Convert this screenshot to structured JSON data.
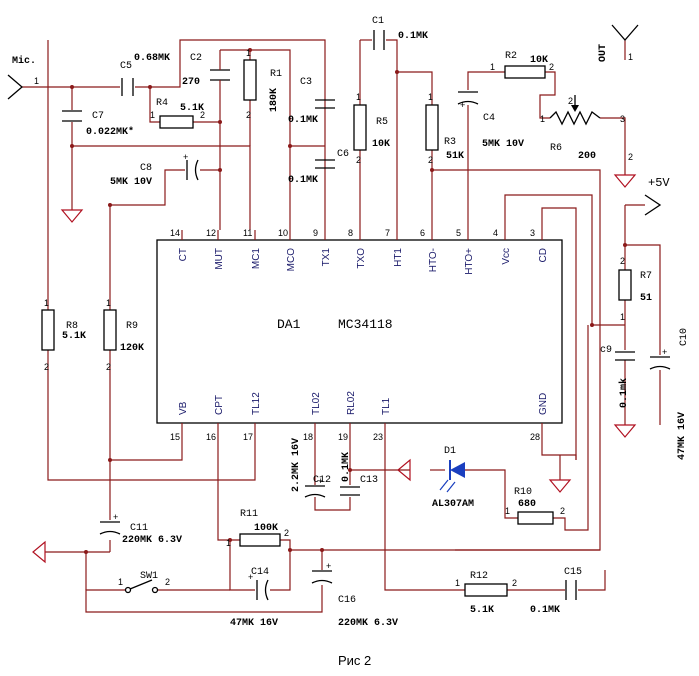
{
  "chip": {
    "ref": "DA1",
    "model": "MC34118"
  },
  "chip_pins_top": [
    {
      "num": "14",
      "name": "CT"
    },
    {
      "num": "12",
      "name": "MUT"
    },
    {
      "num": "11",
      "name": "MC1"
    },
    {
      "num": "10",
      "name": "MCO"
    },
    {
      "num": "9",
      "name": "TX1"
    },
    {
      "num": "8",
      "name": "TXO"
    },
    {
      "num": "7",
      "name": "HT1"
    },
    {
      "num": "6",
      "name": "HTO-"
    },
    {
      "num": "5",
      "name": "HTO+"
    },
    {
      "num": "4",
      "name": "Vcc"
    },
    {
      "num": "3",
      "name": "CD"
    }
  ],
  "chip_pins_bottom": [
    {
      "num": "15",
      "name": "VB"
    },
    {
      "num": "16",
      "name": "CPT"
    },
    {
      "num": "17",
      "name": "TL12"
    },
    {
      "num": "18",
      "name": "TL02"
    },
    {
      "num": "19",
      "name": "RL02"
    },
    {
      "num": "23",
      "name": "TL1"
    },
    {
      "num": "28",
      "name": "GND"
    }
  ],
  "components": {
    "mic": "Mic.",
    "out": "OUT",
    "vplus": "+5V",
    "C1": {
      "ref": "C1",
      "value": "0.1MK"
    },
    "C2": {
      "ref": "C2",
      "value": "270"
    },
    "C3": {
      "ref": "C3",
      "value": "0.1MK"
    },
    "C4": {
      "ref": "C4",
      "value": "5MK 10V"
    },
    "C5": {
      "ref": "C5",
      "value": "0.68MK"
    },
    "C6": {
      "ref": "C6",
      "value": "0.1MK"
    },
    "C7": {
      "ref": "C7",
      "value": "0.022MK*"
    },
    "C8": {
      "ref": "C8",
      "value": "5MK 10V"
    },
    "C9": {
      "ref": "c9",
      "value": "0.1mk"
    },
    "C10": {
      "ref": "C10",
      "value": "47MK 16V"
    },
    "C11": {
      "ref": "C11",
      "value": "220MK  6.3V"
    },
    "C12": {
      "ref": "C12",
      "value": "2.2MK 16V"
    },
    "C13": {
      "ref": "C13",
      "value": "0.1MK"
    },
    "C14": {
      "ref": "C14",
      "value": "47MK 16V"
    },
    "C15": {
      "ref": "C15",
      "value": "0.1MK"
    },
    "C16": {
      "ref": "C16",
      "value": "220MK 6.3V"
    },
    "R1": {
      "ref": "R1",
      "value": "180K"
    },
    "R2": {
      "ref": "R2",
      "value": "10K"
    },
    "R3": {
      "ref": "R3",
      "value": "51K"
    },
    "R4": {
      "ref": "R4",
      "value": "5.1K"
    },
    "R5": {
      "ref": "R5",
      "value": "10K"
    },
    "R6": {
      "ref": "R6",
      "value": "200"
    },
    "R7": {
      "ref": "R7",
      "value": "51"
    },
    "R8": {
      "ref": "R8",
      "value": "5.1K"
    },
    "R9": {
      "ref": "R9",
      "value": "120K"
    },
    "R10": {
      "ref": "R10",
      "value": "680"
    },
    "R11": {
      "ref": "R11",
      "value": "100K"
    },
    "R12": {
      "ref": "R12",
      "value": "5.1K"
    },
    "D1": {
      "ref": "D1",
      "value": "AL307AM"
    },
    "SW1": {
      "ref": "SW1"
    }
  },
  "caption": "Рис 2",
  "colors": {
    "wire": "#8b1a1a",
    "component": "#000000",
    "ground": "#b01020",
    "text": "#000000"
  }
}
